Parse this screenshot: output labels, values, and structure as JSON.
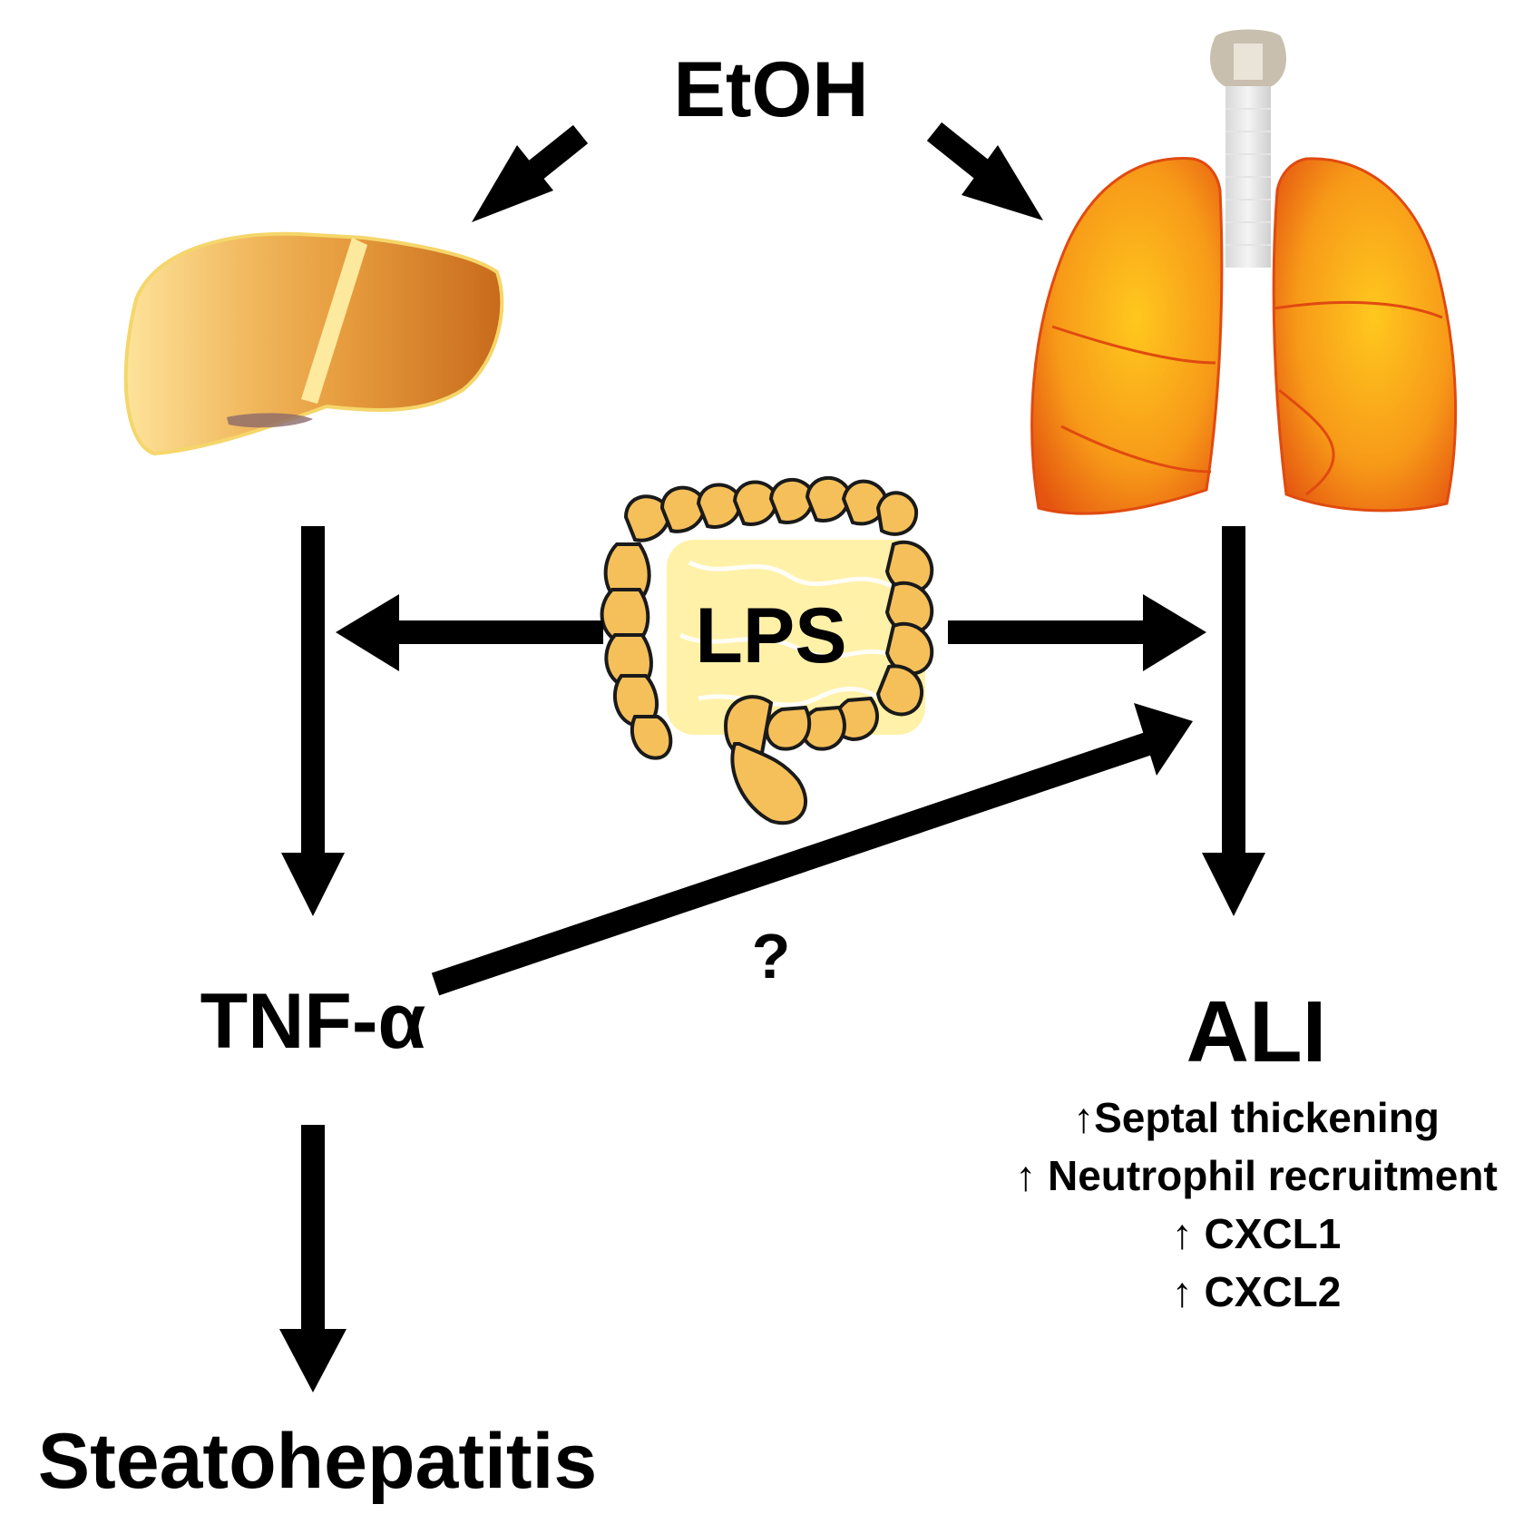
{
  "nodes": {
    "etoh": "EtOH",
    "lps": "LPS",
    "tnf": "TNF-α",
    "ali": "ALI",
    "steatohepatitis": "Steatohepatitis",
    "unknown_link": "?"
  },
  "ali_effects": [
    "↑Septal thickening",
    "↑ Neutrophil recruitment",
    "↑ CXCL1",
    "↑ CXCL2"
  ],
  "organs": {
    "liver": "liver-icon",
    "lungs": "lungs-icon",
    "intestine": "intestine-icon"
  },
  "colors": {
    "liver": "#e8a040",
    "lung": "#f7a21a",
    "lung_edge": "#e04a10",
    "intestine": "#f5c05a",
    "arrow": "#000000"
  }
}
